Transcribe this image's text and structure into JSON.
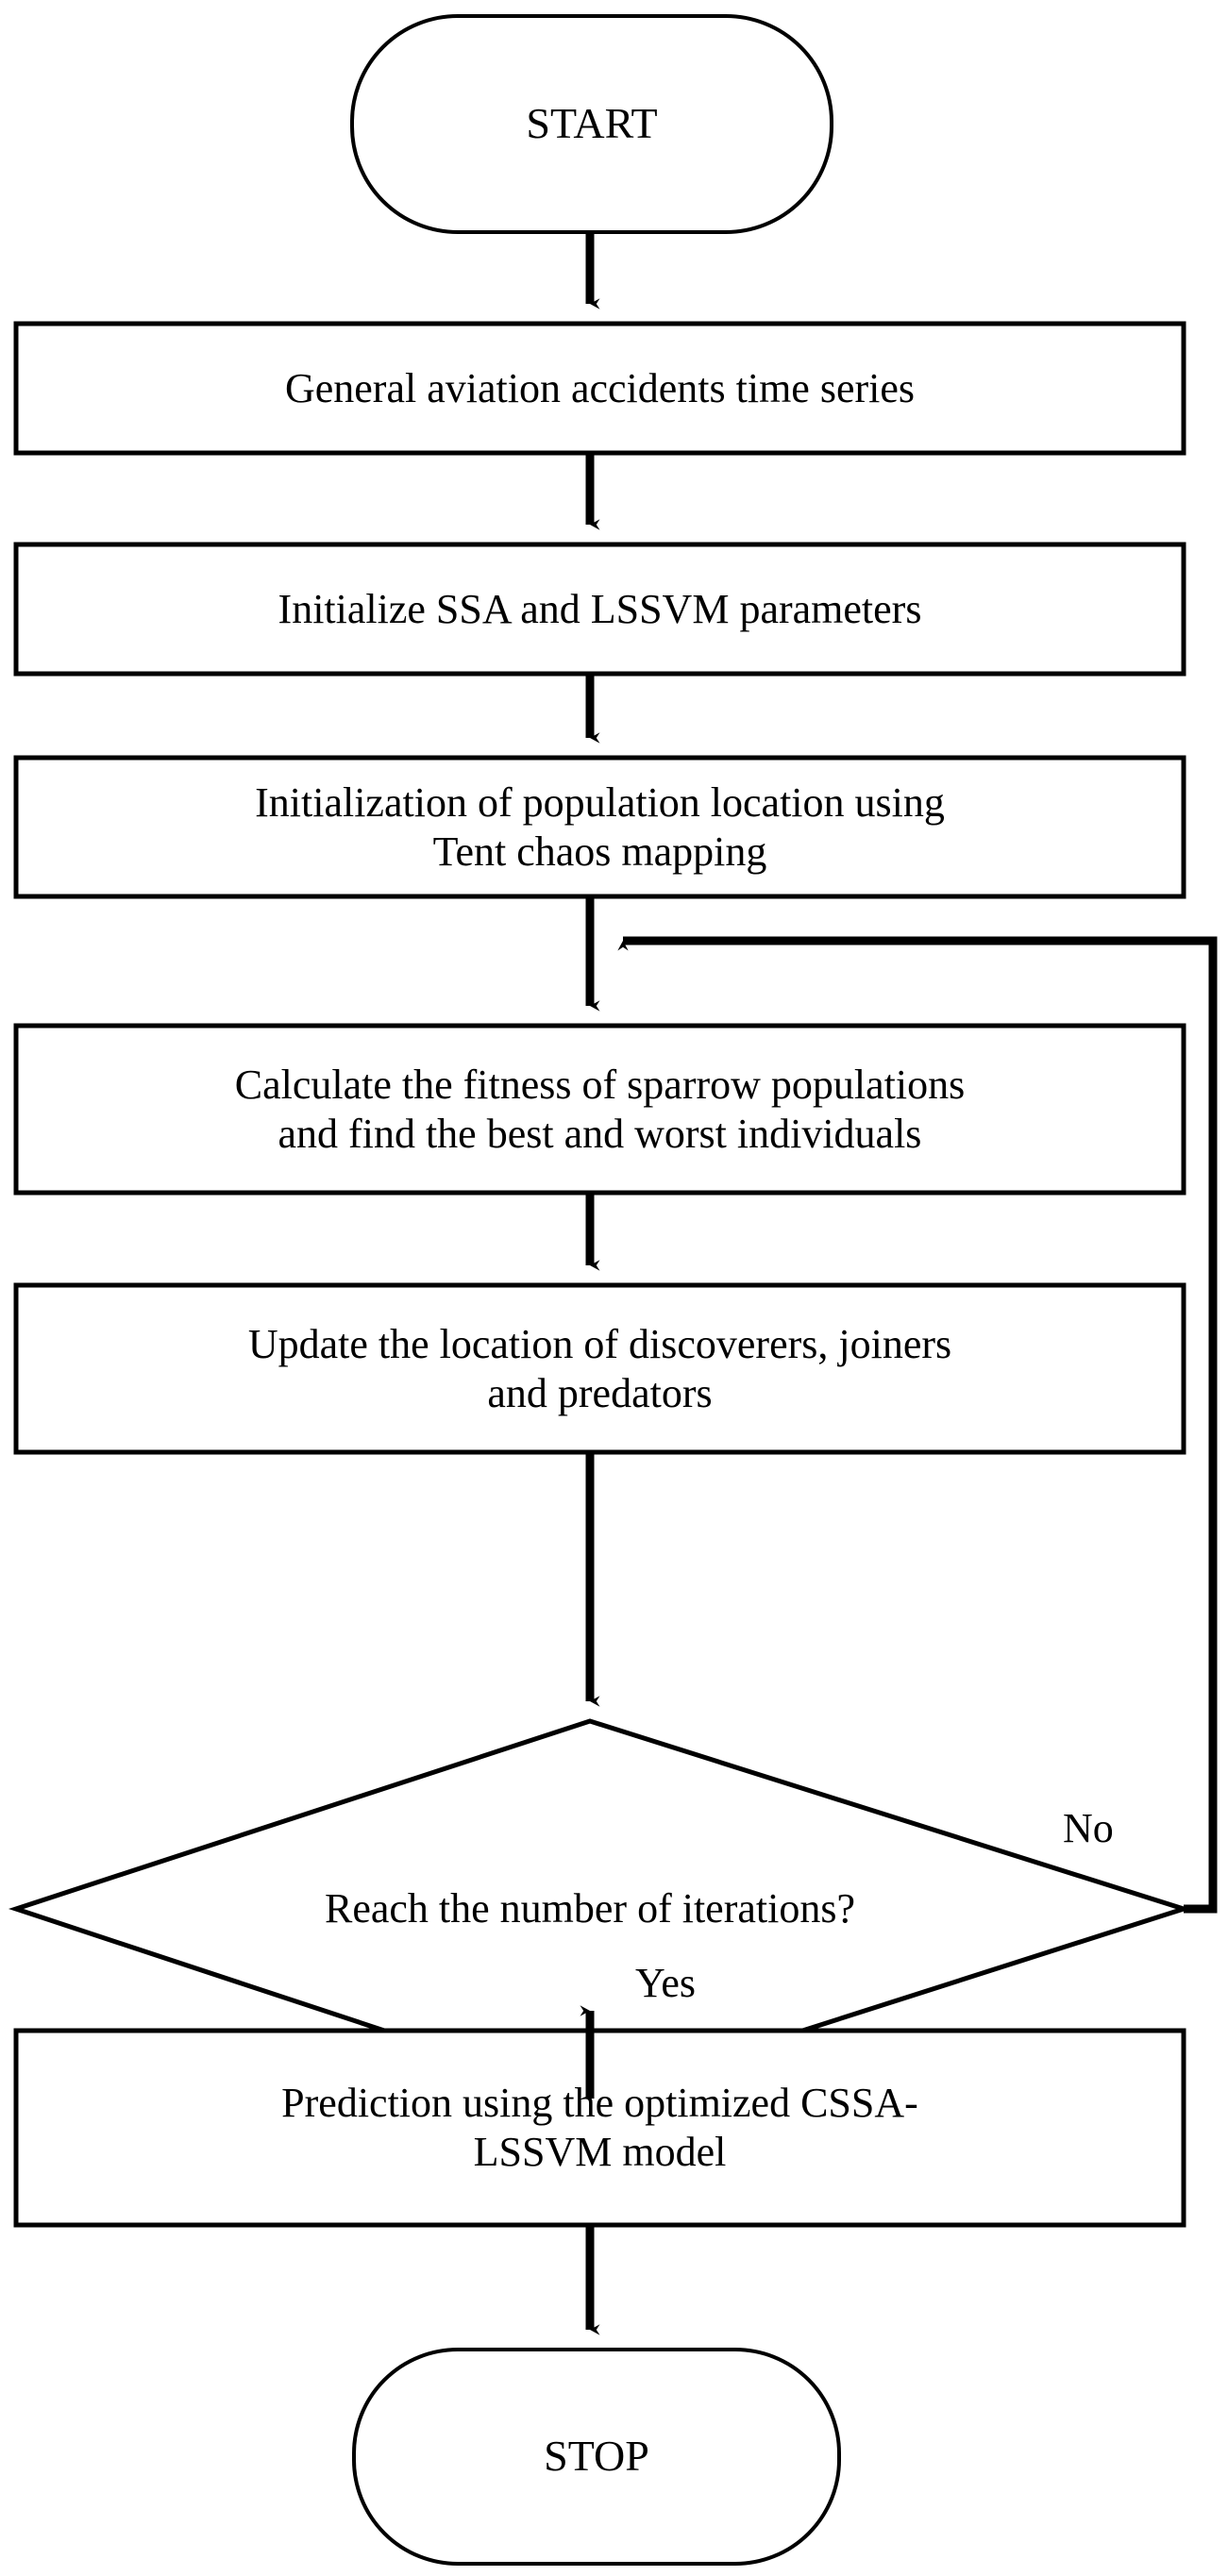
{
  "diagram": {
    "type": "flowchart",
    "title": "CSSA-LSSVM general aviation accident prediction flowchart",
    "background_color": "#ffffff",
    "stroke_color": "#000000",
    "text_color": "#000000",
    "nodes": [
      {
        "id": "start",
        "shape": "terminator",
        "text": "START"
      },
      {
        "id": "data",
        "shape": "process",
        "text": "General aviation accidents time series"
      },
      {
        "id": "init_param",
        "shape": "process",
        "text": "Initialize SSA and LSSVM parameters"
      },
      {
        "id": "init_pop",
        "shape": "process",
        "text": "Initialization of population location using\nTent chaos mapping"
      },
      {
        "id": "fitness",
        "shape": "process",
        "text": "Calculate the fitness of sparrow populations\nand find the best and worst individuals"
      },
      {
        "id": "update",
        "shape": "process",
        "text": "Update the location of discoverers, joiners\nand predators"
      },
      {
        "id": "decision",
        "shape": "decision",
        "text": "Reach the number of iterations?"
      },
      {
        "id": "predict",
        "shape": "process",
        "text": "Prediction using the optimized CSSA-\nLSSVM model"
      },
      {
        "id": "stop",
        "shape": "terminator",
        "text": "STOP"
      }
    ],
    "edges": [
      {
        "from": "start",
        "to": "data",
        "label": ""
      },
      {
        "from": "data",
        "to": "init_param",
        "label": ""
      },
      {
        "from": "init_param",
        "to": "init_pop",
        "label": ""
      },
      {
        "from": "init_pop",
        "to": "fitness",
        "label": ""
      },
      {
        "from": "fitness",
        "to": "update",
        "label": ""
      },
      {
        "from": "update",
        "to": "decision",
        "label": ""
      },
      {
        "from": "decision",
        "to": "predict",
        "label": "Yes"
      },
      {
        "from": "decision",
        "to": "fitness",
        "label": "No"
      },
      {
        "from": "predict",
        "to": "stop",
        "label": ""
      }
    ],
    "edge_labels": {
      "no": "No",
      "yes": "Yes"
    }
  }
}
